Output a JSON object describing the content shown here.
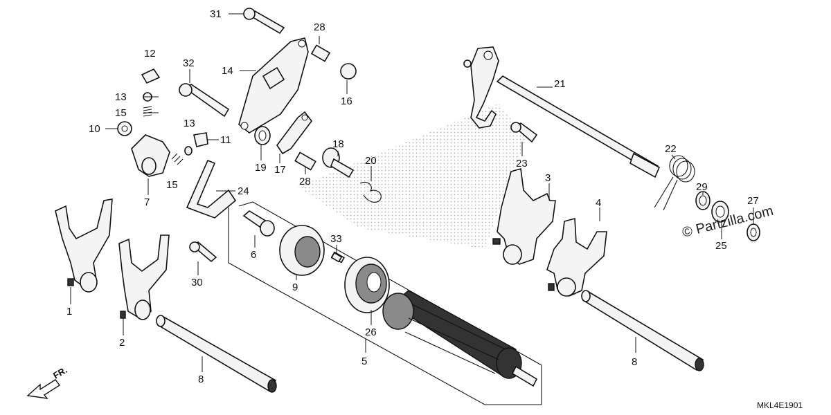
{
  "diagram": {
    "code": "MKL4E1901",
    "watermark": "© Partzilla.com",
    "front_label": "FR.",
    "callouts": {
      "c1": "1",
      "c2": "2",
      "c3": "3",
      "c4": "4",
      "c5": "5",
      "c6": "6",
      "c7": "7",
      "c8a": "8",
      "c8b": "8",
      "c9": "9",
      "c10": "10",
      "c11": "11",
      "c12": "12",
      "c13a": "13",
      "c13b": "13",
      "c14": "14",
      "c15a": "15",
      "c15b": "15",
      "c16": "16",
      "c17": "17",
      "c18": "18",
      "c19": "19",
      "c20": "20",
      "c21": "21",
      "c22": "22",
      "c23": "23",
      "c24": "24",
      "c25": "25",
      "c26": "26",
      "c27": "27",
      "c28a": "28",
      "c28b": "28",
      "c29": "29",
      "c30": "30",
      "c31": "31",
      "c32": "32",
      "c33": "33"
    }
  }
}
